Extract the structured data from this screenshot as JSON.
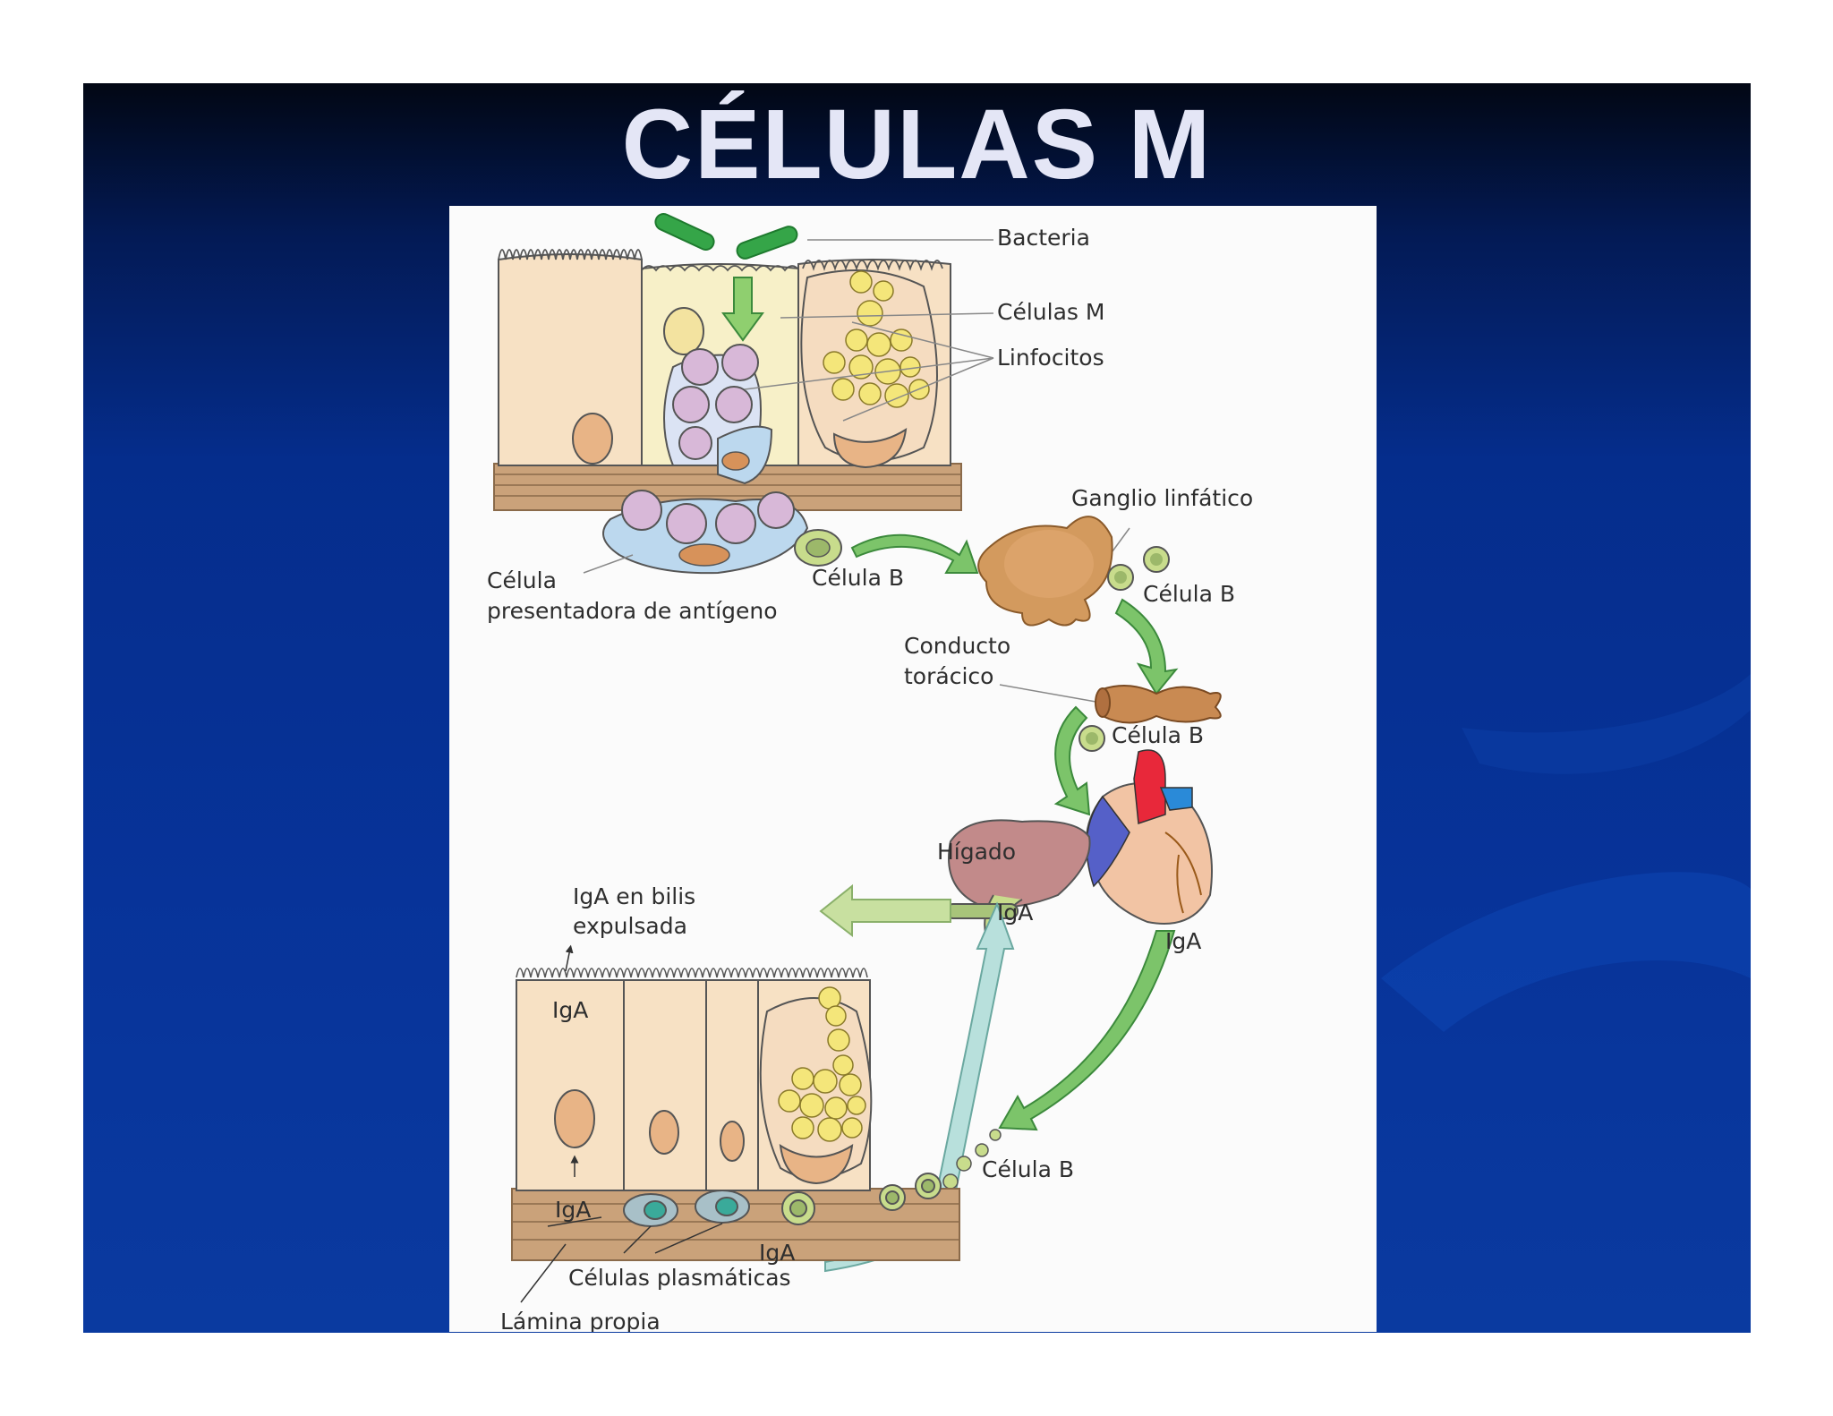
{
  "slide": {
    "title": "CÉLULAS M"
  },
  "figure": {
    "labels": {
      "bacteria": "Bacteria",
      "celulas_m": "Células M",
      "linfocitos": "Linfocitos",
      "ganglio": "Ganglio linfático",
      "celula_apc_1": "Célula",
      "celula_apc_2": "presentadora de antígeno",
      "celula_b_1": "Célula B",
      "celula_b_2": "Célula B",
      "conducto_1": "Conducto",
      "conducto_2": "torácico",
      "celula_b_3": "Célula B",
      "higado": "Hígado",
      "iga_liver": "IgA",
      "iga_heart": "IgA",
      "iga_bilis_1": "IgA en bilis",
      "iga_bilis_2": "expulsada",
      "iga_cell": "IgA",
      "iga_lamina": "IgA",
      "iga_plasma": "IgA",
      "celula_b_4": "Célula B",
      "plasmaticas": "Células plasmáticas",
      "lamina": "Lámina propia"
    }
  },
  "colors": {
    "slide_top": "#020714",
    "slide_bottom": "#0a3aa0",
    "title": "#e4e6f6",
    "cell_fill": "#f7e1c4",
    "arrow_green": "#7cc46a"
  }
}
